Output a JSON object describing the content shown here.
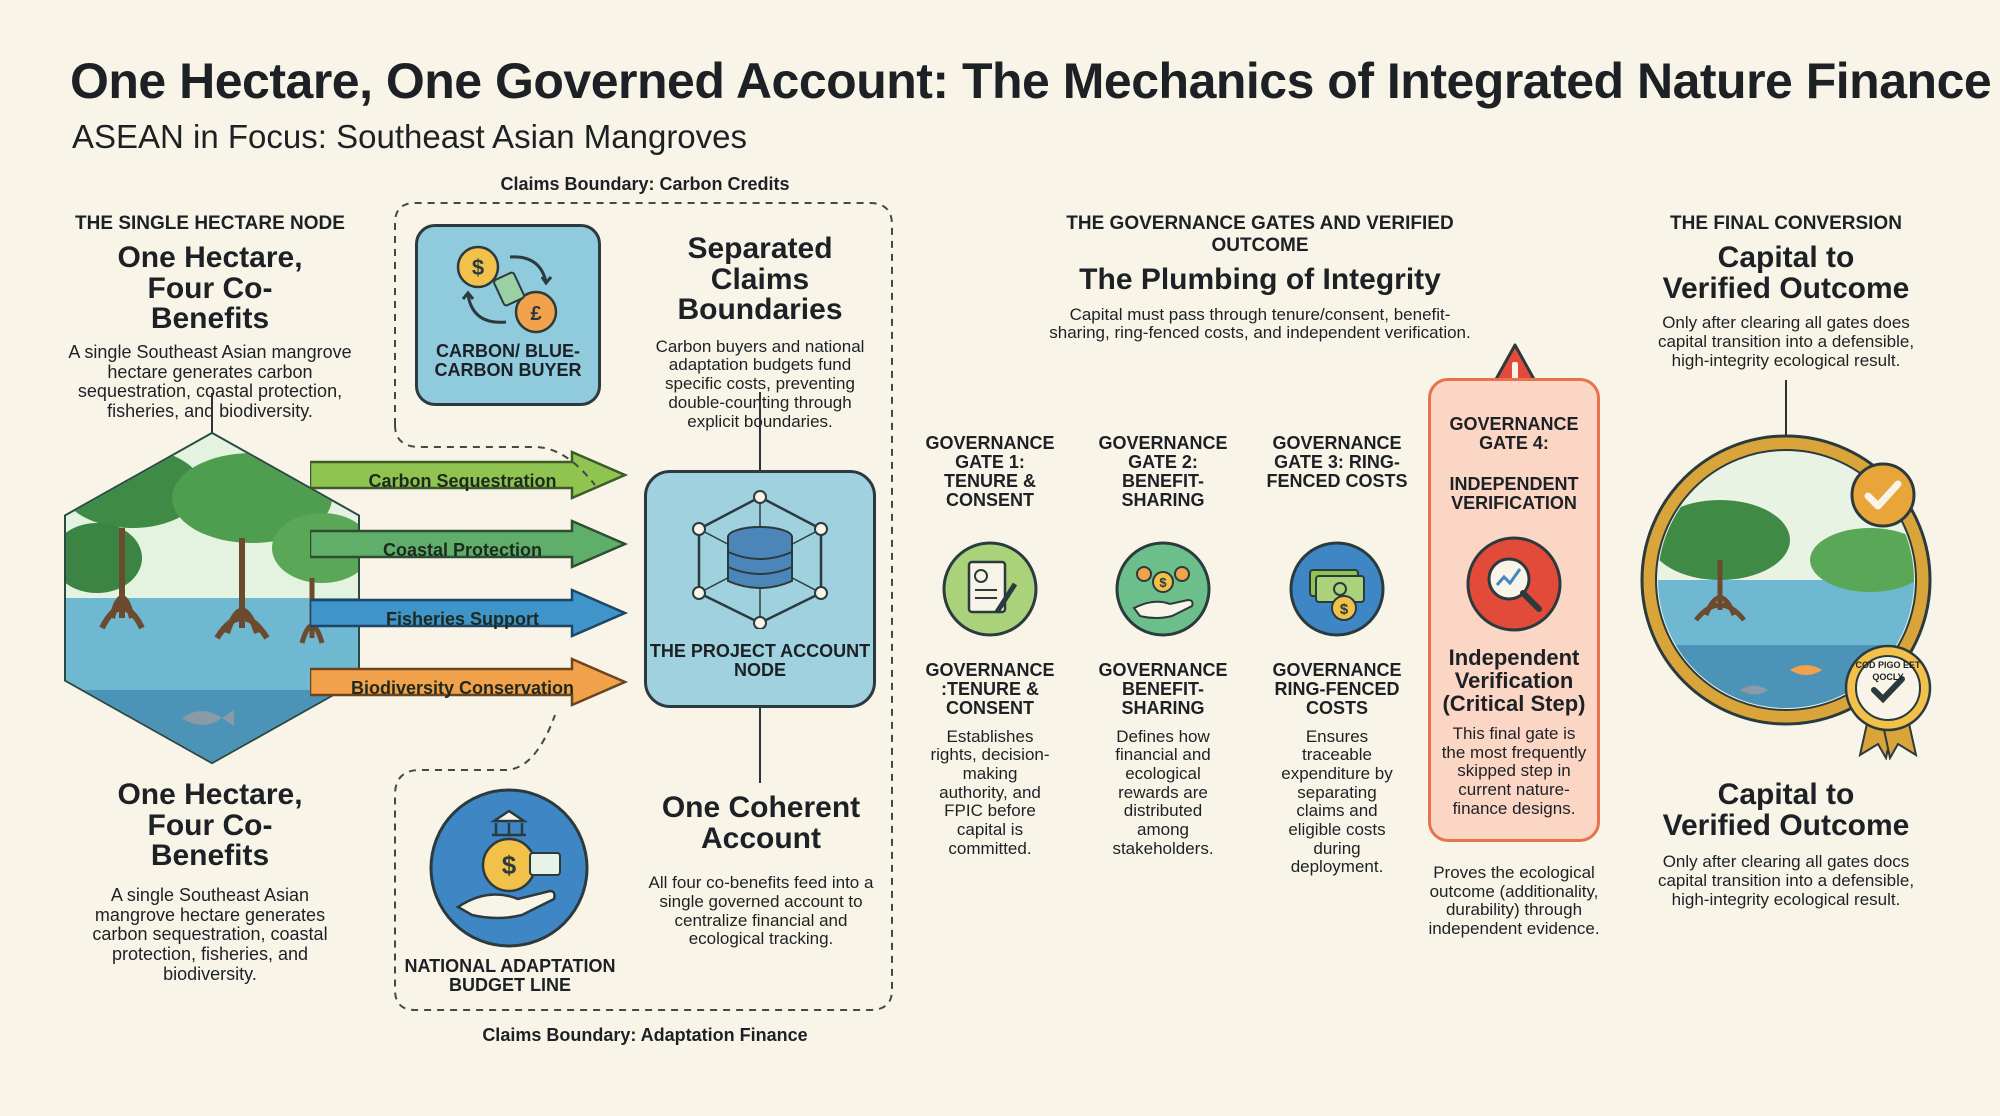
{
  "header": {
    "title": "One Hectare, One Governed Account: The Mechanics of Integrated Nature Finance",
    "subtitle": "ASEAN in Focus: Southeast Asian Mangroves"
  },
  "hectare": {
    "eyebrow": "THE SINGLE HECTARE NODE",
    "title": "One Hectare, Four Co-Benefits",
    "desc": "A single Southeast Asian mangrove hectare generates carbon sequestration, coastal protection, fisheries, and biodiversity.",
    "bottom_title": "One Hectare, Four Co-Benefits",
    "bottom_desc": "A single Southeast Asian mangrove hectare generates carbon sequestration, coastal protection, fisheries, and biodiversity."
  },
  "arrows": [
    {
      "label": "Carbon Sequestration",
      "color": "#8fc450"
    },
    {
      "label": "Coastal Protection",
      "color": "#5fae6a"
    },
    {
      "label": "Fisheries Support",
      "color": "#3f95c9"
    },
    {
      "label": "Biodiversity Conservation",
      "color": "#f2a24a"
    }
  ],
  "claims": {
    "top_label": "Claims Boundary: Carbon Credits",
    "bottom_label": "Claims Boundary: Adaptation Finance",
    "carbon_buyer": "CARBON/ BLUE-CARBON BUYER",
    "budget_line": "NATIONAL ADAPTATION BUDGET LINE",
    "separated_title": "Separated Claims Boundaries",
    "separated_desc": "Carbon buyers and national adaptation budgets fund specific costs, preventing double-counting through explicit boundaries.",
    "account_node": "THE PROJECT ACCOUNT NODE",
    "coherent_title": "One Coherent Account",
    "coherent_desc": "All four co-benefits feed into a single governed account to centralize financial and ecological tracking."
  },
  "governance": {
    "eyebrow": "THE GOVERNANCE GATES AND VERIFIED OUTCOME",
    "title": "The Plumbing of Integrity",
    "desc": "Capital must pass through tenure/consent, benefit-sharing, ring-fenced costs, and independent verification.",
    "gates": [
      {
        "top": "GOVERNANCE GATE 1: TENURE & CONSENT",
        "bottom": "GOVERNANCE :TENURE & CONSENT",
        "desc": "Establishes rights, decision-making authority, and FPIC before capital is committed."
      },
      {
        "top": "GOVERNANCE GATE 2: BENEFIT-SHARING",
        "bottom": "GOVERNANCE BENEFIT-SHARING",
        "desc": "Defines how financial and ecological rewards are distributed among stakeholders."
      },
      {
        "top": "GOVERNANCE GATE 3: RING-FENCED COSTS",
        "bottom": "GOVERNANCE RING-FENCED COSTS",
        "desc": "Ensures traceable expenditure by separating claims and eligible costs during deployment."
      }
    ],
    "gate4": {
      "top_line1": "GOVERNANCE GATE 4:",
      "top_line2": "INDEPENDENT VERIFICATION",
      "bold": "Independent Verification (Critical Step)",
      "desc": "This final gate is the most frequently skipped step in current nature-finance designs.",
      "below": "Proves the ecological outcome (additionality, durability) through independent evidence."
    }
  },
  "final": {
    "eyebrow": "THE FINAL CONVERSION",
    "title": "Capital to Verified Outcome",
    "desc": "Only after clearing all gates does capital transition into a defensible, high-integrity ecological result.",
    "bottom_title": "Capital to Verified Outcome",
    "bottom_desc": "Only after clearing all gates docs capital transition into a defensible, high-integrity ecological result.",
    "seal_text": "COD PIGO EET QOCLY"
  },
  "colors": {
    "background": "#f8f5e8",
    "gate4_fill": "#fbd6c4",
    "gate4_border": "#e8724d",
    "account_fill": "#9fd1df",
    "gold": "#d9a53a"
  },
  "icons": {
    "carbon_buyer": "dollar-exchange-icon",
    "budget": "bank-hand-icon",
    "account": "database-network-icon",
    "gate1": "document-pen-icon",
    "gate2": "people-coin-hand-icon",
    "gate3": "banknotes-icon",
    "gate4": "magnifier-chart-icon",
    "warning": "warning-triangle-icon",
    "check": "check-badge-icon"
  }
}
